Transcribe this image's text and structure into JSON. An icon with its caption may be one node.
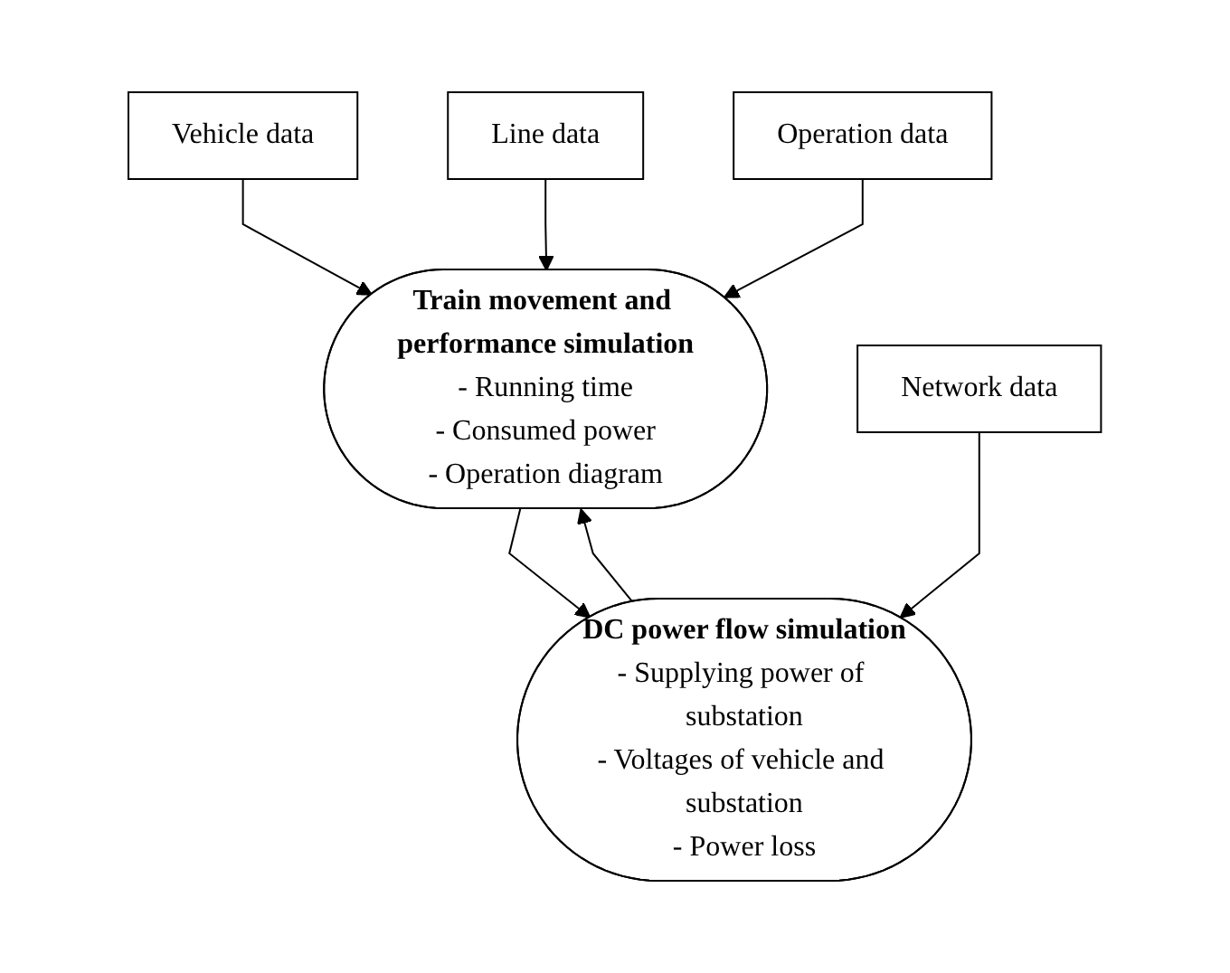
{
  "diagram": {
    "nodes": [
      {
        "text": [
          "Vehicle data"
        ]
      },
      {
        "text": [
          "Line data"
        ]
      },
      {
        "text": [
          "Operation data"
        ]
      },
      {
        "text": [
          "Train movement and performance simulation",
          "- Running time",
          "- Consumed power",
          "- Operation diagram"
        ]
      },
      {
        "text": [
          "Network data"
        ]
      },
      {
        "text": [
          "DC power flow simulation",
          "- Supplying power of substation",
          "- Voltages of vehicle and substation",
          "- Power loss"
        ]
      }
    ],
    "edges": [
      {
        "from": 0,
        "to": 3,
        "arrow": "to"
      },
      {
        "from": 1,
        "to": 3,
        "arrow": "to"
      },
      {
        "from": 2,
        "to": 3,
        "arrow": "to"
      },
      {
        "from": 3,
        "to": 5,
        "arrow": "to"
      },
      {
        "from": 5,
        "to": 3,
        "arrow": "to"
      },
      {
        "from": 4,
        "to": 5,
        "arrow": "to"
      }
    ]
  }
}
